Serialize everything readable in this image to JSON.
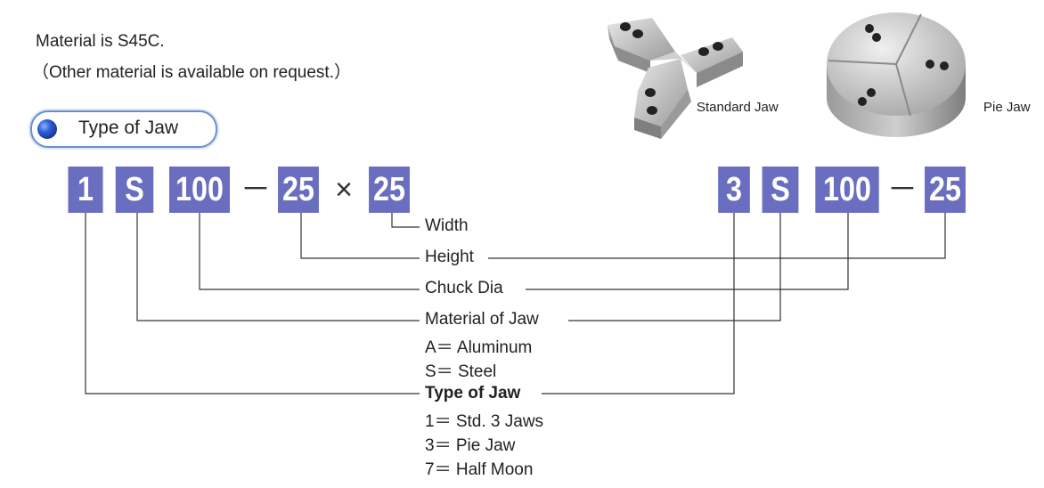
{
  "intro": {
    "material": "Material is S45C.",
    "note": "（Other material is available on request.）"
  },
  "section": {
    "title": "Type of Jaw"
  },
  "code_left": {
    "type": "1",
    "material": "S",
    "dia": "100",
    "dash": "－",
    "height": "25",
    "times": "×",
    "width": "25"
  },
  "code_right": {
    "type": "3",
    "material": "S",
    "dia": "100",
    "dash": "－",
    "height": "25"
  },
  "labels": {
    "width": "Width",
    "height": "Height",
    "chuck_dia": "Chuck Dia",
    "material_of_jaw": "Material of Jaw",
    "material_a": "A＝ Aluminum",
    "material_s": "S＝ Steel",
    "type_of_jaw": "Type of Jaw",
    "type_1": "1＝ Std. 3 Jaws",
    "type_3": "3＝ Pie Jaw",
    "type_7": "7＝ Half Moon"
  },
  "images": {
    "standard_jaw_caption": "Standard Jaw",
    "pie_jaw_caption": "Pie Jaw"
  },
  "colors": {
    "box": "#6a6ec0",
    "line": "#333333",
    "pill_border": "#6b8fc9"
  }
}
